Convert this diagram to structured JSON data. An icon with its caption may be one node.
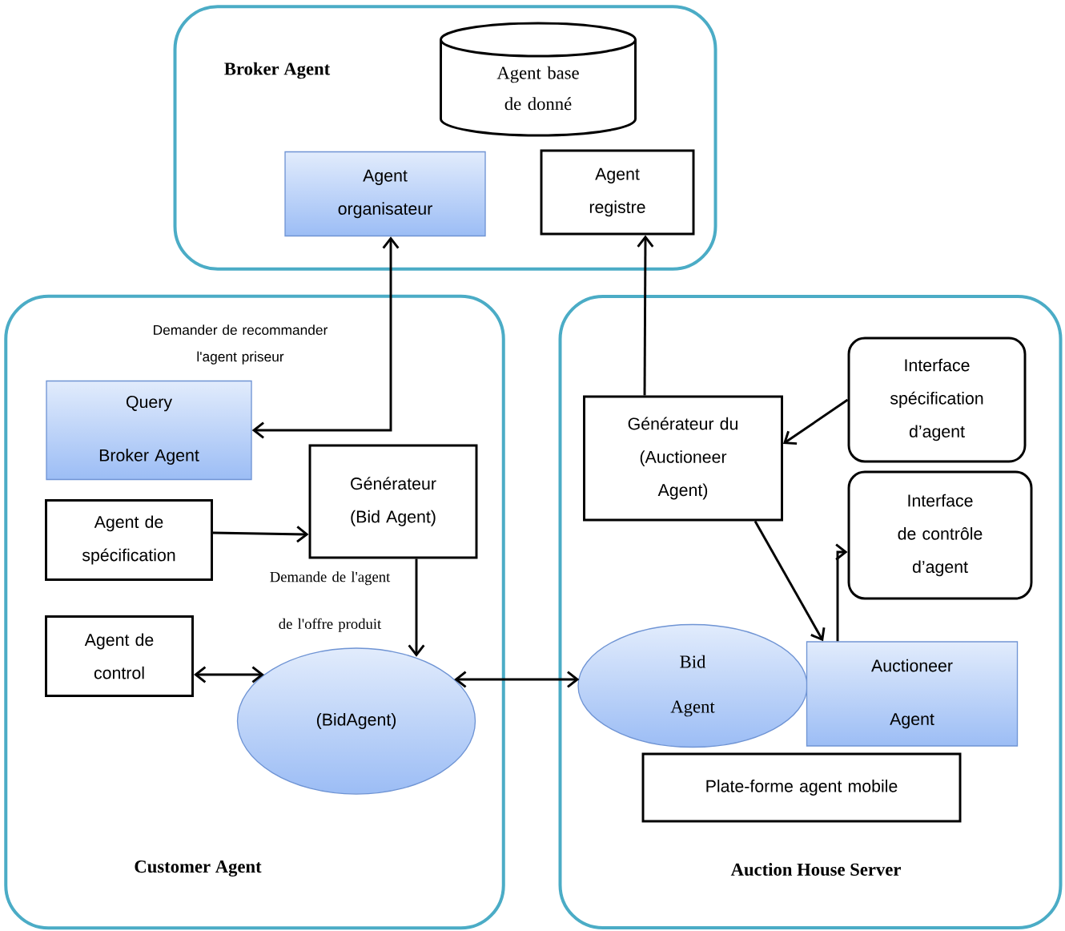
{
  "diagram": {
    "nodes": [
      {
        "text": [
          "Broker Agent"
        ]
      },
      {
        "text": [
          "Agent base de donné"
        ],
        "in": 0
      },
      {
        "text": [
          "Agent organisateur"
        ],
        "in": 0
      },
      {
        "text": [
          "Agent registre"
        ],
        "in": 0
      },
      {
        "text": [
          "Customer Agent"
        ]
      },
      {
        "text": [
          "Query Broker Agent"
        ],
        "in": 4
      },
      {
        "text": [
          "Agent de spécification"
        ],
        "in": 4
      },
      {
        "text": [
          "Générateur (Bid Agent)"
        ],
        "in": 4
      },
      {
        "text": [
          "Agent de control"
        ],
        "in": 4
      },
      {
        "text": [
          "(BidAgent)"
        ],
        "in": 4
      },
      {
        "text": [
          "Auction House Server"
        ]
      },
      {
        "text": [
          "Générateur du (Auctioneer Agent)"
        ],
        "in": 10
      },
      {
        "text": [
          "Interface spécification d’agent"
        ],
        "in": 10
      },
      {
        "text": [
          "Interface de contrôle d’agent"
        ],
        "in": 10
      },
      {
        "text": [
          "Bid Agent"
        ],
        "in": 10
      },
      {
        "text": [
          "Auctioneer Agent"
        ],
        "in": 10
      },
      {
        "text": [
          "Plate-forme agent mobile"
        ],
        "in": 10
      }
    ],
    "edges": [
      {
        "from": 2,
        "to": 5,
        "arrow": "both",
        "label": "Demander de recommander l'agent priseur"
      },
      {
        "from": 11,
        "to": 3,
        "arrow": "to"
      },
      {
        "from": 6,
        "to": 7,
        "arrow": "to"
      },
      {
        "from": 7,
        "to": 9,
        "arrow": "to",
        "label": "Demande de l'agent de l'offre produit"
      },
      {
        "from": 8,
        "to": 9,
        "arrow": "both"
      },
      {
        "from": 9,
        "to": 14,
        "arrow": "both"
      },
      {
        "from": 12,
        "to": 11,
        "arrow": "to"
      },
      {
        "from": 11,
        "to": 15,
        "arrow": "to"
      },
      {
        "from": 15,
        "to": 13,
        "arrow": "to"
      }
    ]
  }
}
